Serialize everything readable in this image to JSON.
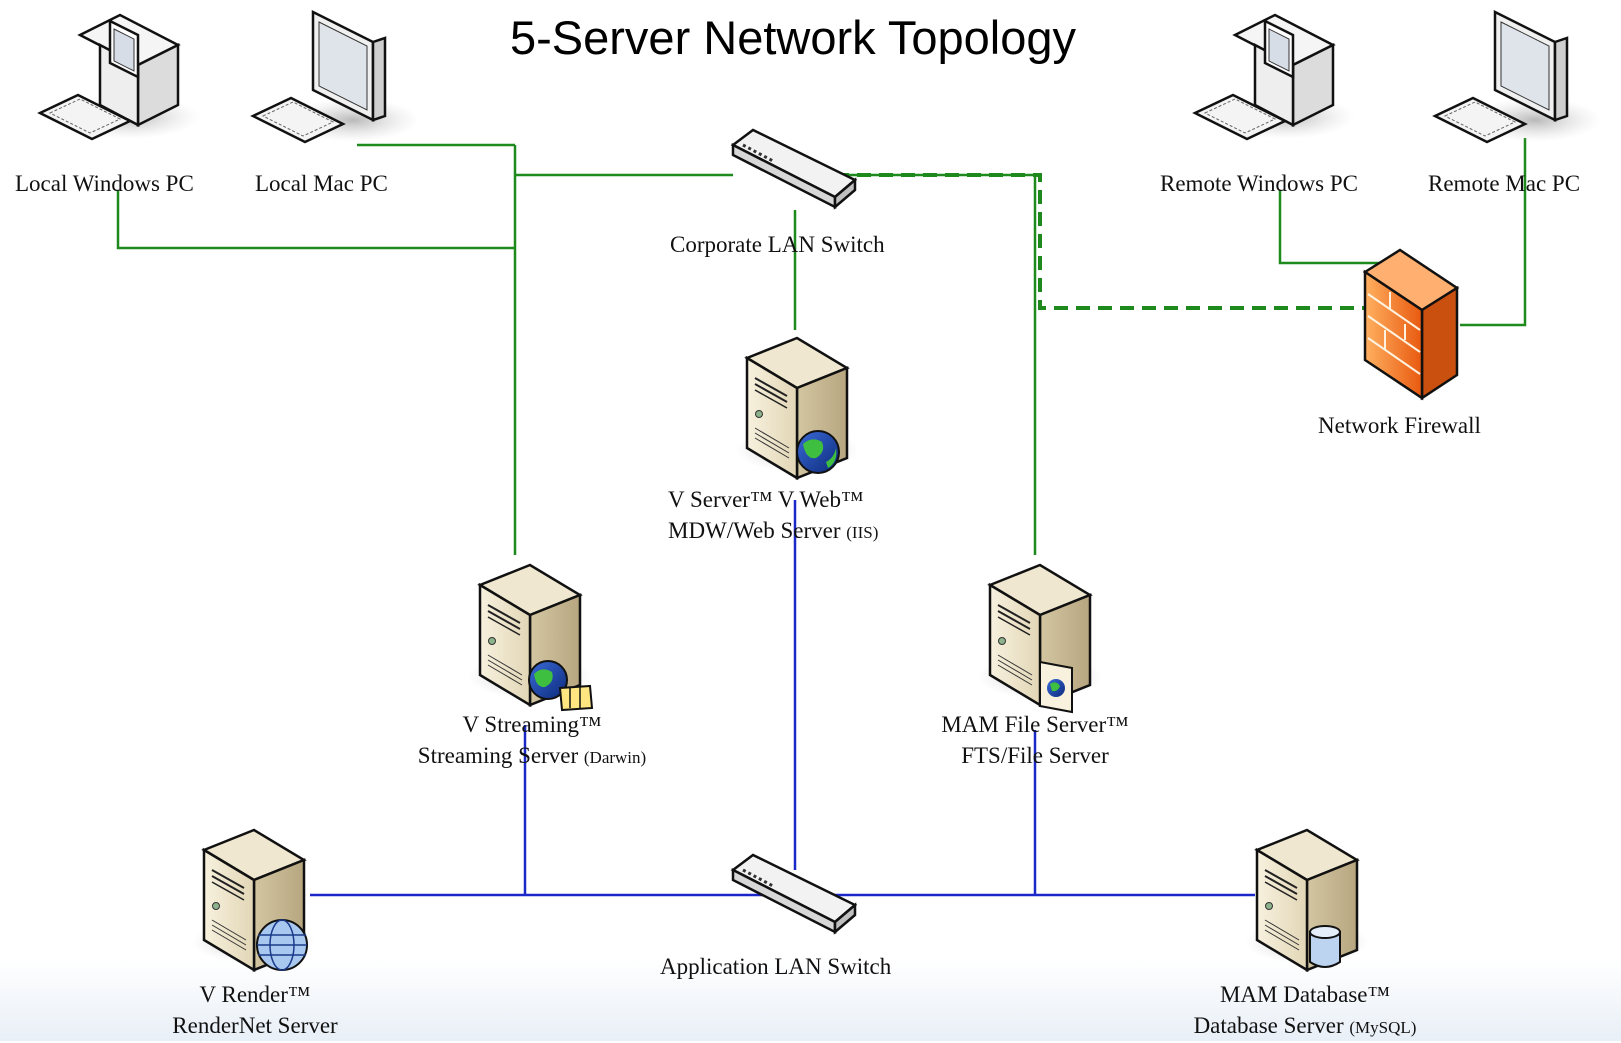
{
  "title": "5-Server Network Topology",
  "colors": {
    "corporate_link": "#1e8a1e",
    "application_link": "#1a28c8",
    "firewall": "#f07a2a"
  },
  "nodes": {
    "local_windows_pc": {
      "label": "Local Windows PC",
      "icon": "desktop-pc-icon"
    },
    "local_mac_pc": {
      "label": "Local Mac PC",
      "icon": "mac-monitor-icon"
    },
    "remote_windows_pc": {
      "label": "Remote Windows PC",
      "icon": "desktop-pc-icon"
    },
    "remote_mac_pc": {
      "label": "Remote Mac PC",
      "icon": "mac-monitor-icon"
    },
    "corporate_switch": {
      "label": "Corporate LAN Switch",
      "icon": "switch-icon"
    },
    "application_switch": {
      "label": "Application LAN Switch",
      "icon": "switch-icon"
    },
    "firewall": {
      "label": "Network Firewall",
      "icon": "firewall-icon"
    },
    "web_server": {
      "line1": "V Server™   V Web™",
      "line2": "MDW/Web Server",
      "line2_small": "(IIS)",
      "icon": "web-server-icon"
    },
    "streaming_server": {
      "line1": "V Streaming™",
      "line2": "Streaming Server",
      "line2_small": "(Darwin)",
      "icon": "streaming-server-icon"
    },
    "file_server": {
      "line1": "MAM File Server™",
      "line2": "FTS/File Server",
      "icon": "file-server-icon"
    },
    "render_server": {
      "line1": "V Render™",
      "line2": "RenderNet Server",
      "icon": "render-server-icon"
    },
    "database_server": {
      "line1": "MAM Database™",
      "line2": "Database Server",
      "line2_small": "(MySQL)",
      "icon": "database-server-icon"
    }
  }
}
